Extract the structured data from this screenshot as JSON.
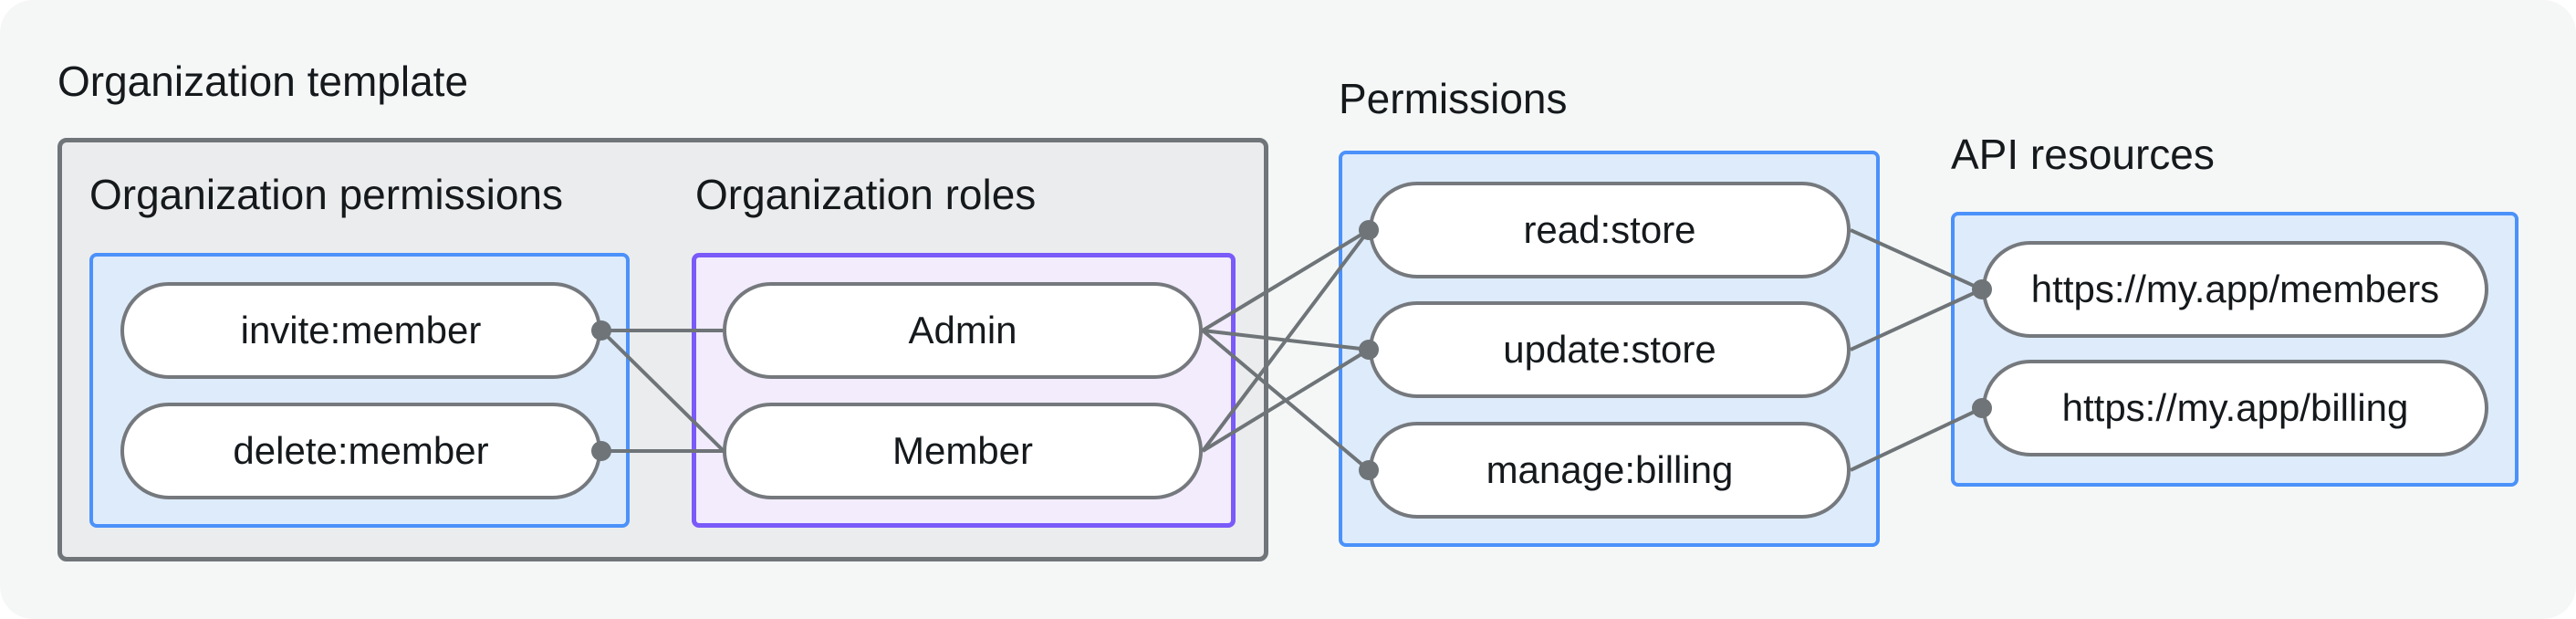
{
  "sections": {
    "org_template": {
      "title": "Organization template"
    },
    "org_permissions": {
      "title": "Organization permissions",
      "nodes": [
        "invite:member",
        "delete:member"
      ]
    },
    "org_roles": {
      "title": "Organization roles",
      "nodes": [
        "Admin",
        "Member"
      ]
    },
    "permissions": {
      "title": "Permissions",
      "nodes": [
        "read:store",
        "update:store",
        "manage:billing"
      ]
    },
    "api_resources": {
      "title": "API resources",
      "nodes": [
        "https://my.app/members",
        "https://my.app/billing"
      ]
    }
  },
  "edges": [
    {
      "from": "invite:member",
      "to": "Admin"
    },
    {
      "from": "invite:member",
      "to": "Member"
    },
    {
      "from": "delete:member",
      "to": "Member"
    },
    {
      "from": "Admin",
      "to": "read:store"
    },
    {
      "from": "Admin",
      "to": "update:store"
    },
    {
      "from": "Admin",
      "to": "manage:billing"
    },
    {
      "from": "Member",
      "to": "read:store"
    },
    {
      "from": "Member",
      "to": "update:store"
    },
    {
      "from": "read:store",
      "to": "https://my.app/members"
    },
    {
      "from": "update:store",
      "to": "https://my.app/members"
    },
    {
      "from": "manage:billing",
      "to": "https://my.app/billing"
    }
  ],
  "colors": {
    "background": "#f5f7f7",
    "gray_box_fill": "#ebeced",
    "gray_box_border": "#70757a",
    "blue_box_fill": "#ddebfb",
    "blue_box_border": "#4b91fa",
    "purple_box_fill": "#f2ecfd",
    "purple_box_border": "#7a5af9",
    "pill_fill": "#ffffff",
    "pill_border": "#75797d",
    "connector_line": "#6e7477",
    "text": "#15191c"
  }
}
